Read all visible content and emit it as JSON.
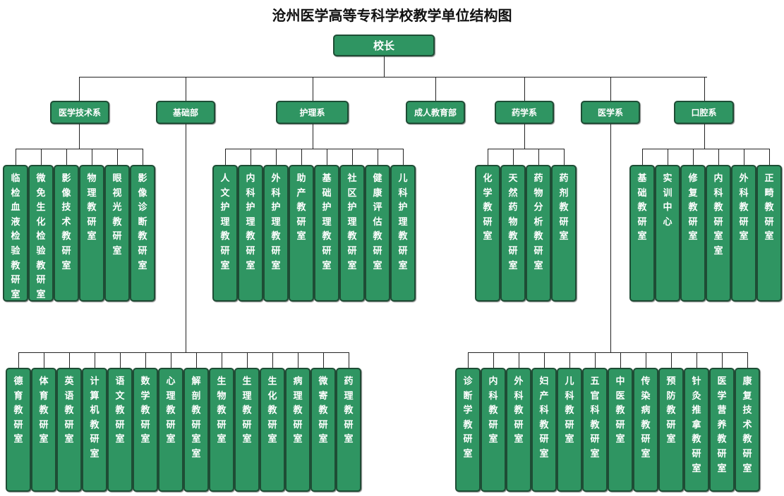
{
  "title": "沧州医学高等专科学校教学单位结构图",
  "principal": "校长",
  "departments": [
    {
      "name": "医学技术系",
      "units": [
        "临检血液检验教研室",
        "微免生化检验教研室",
        "影像技术教研室",
        "物理教研室",
        "眼视光教研室",
        "影像诊断教研室"
      ]
    },
    {
      "name": "基础部",
      "units": [
        "德育教研室",
        "体育教研室",
        "英语教研室",
        "计算机教研室",
        "语文教研室",
        "数学教研室",
        "心理教研室",
        "解剖教研室室",
        "生物教研室",
        "生理教研室",
        "生化教研室",
        "病理教研室",
        "微寄教研室",
        "药理教研室"
      ]
    },
    {
      "name": "护理系",
      "units": [
        "人文护理教研室",
        "内科护理教研室",
        "外科护理教研室",
        "助产教研室",
        "基础护理教研室",
        "社区护理教研室",
        "健康评估教研室",
        "儿科护理教研室"
      ]
    },
    {
      "name": "成人教育部",
      "units": []
    },
    {
      "name": "药学系",
      "units": [
        "化学教研室",
        "天然药物教研室",
        "药物分析教研室",
        "药剂教研室"
      ]
    },
    {
      "name": "医学系",
      "units": [
        "诊断学教研室",
        "内科教研室",
        "外科教研室",
        "妇产科教研室",
        "儿科教研室",
        "五官科教研室",
        "中医教研室",
        "传染病教研室",
        "预防教研室",
        "针灸推拿教研室",
        "医学营养教研室",
        "康复技术教研室"
      ]
    },
    {
      "name": "口腔系",
      "units": [
        "基础教研室",
        "实训中心",
        "修复教研室",
        "内科教研室室",
        "外科教研室",
        "正畸教研室"
      ]
    }
  ]
}
